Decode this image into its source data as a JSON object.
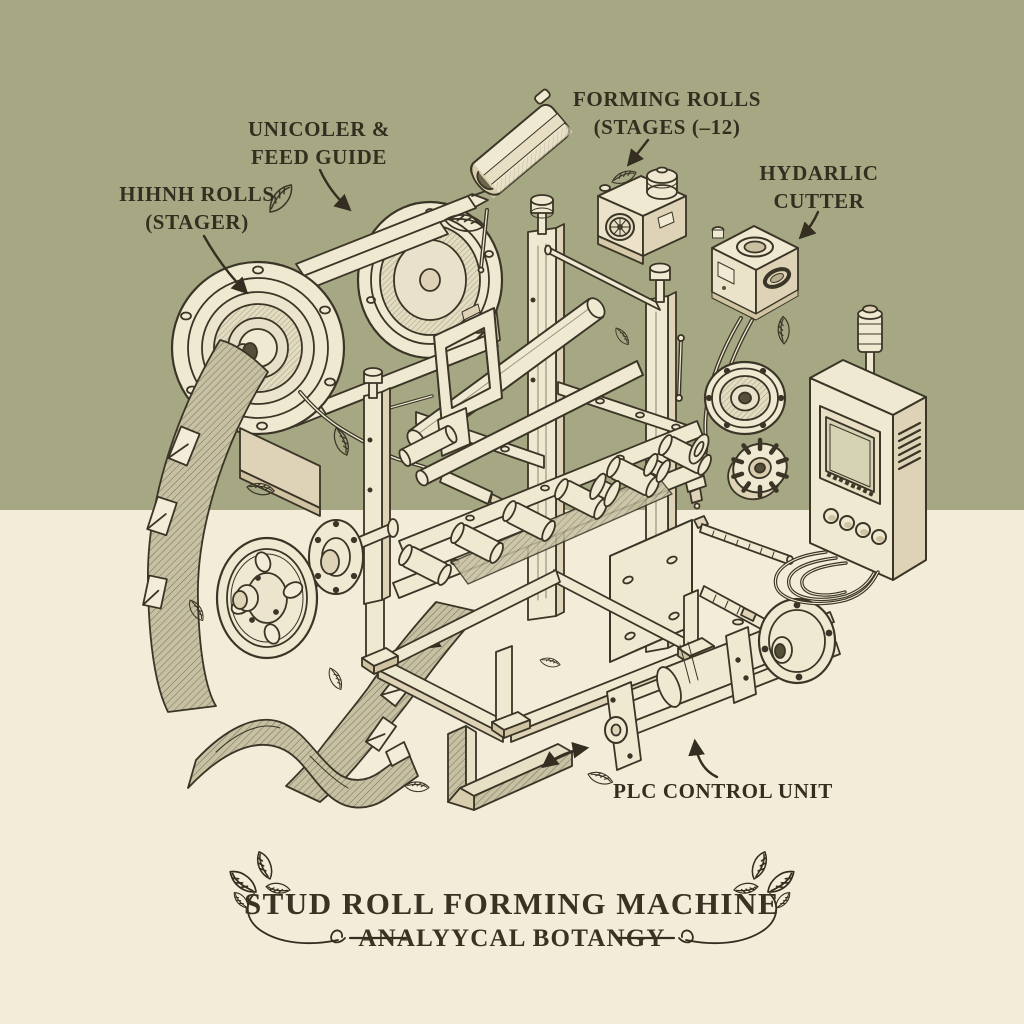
{
  "colors": {
    "background_top": "#a6a884",
    "background_bottom": "#f2ecd9",
    "ink": "#3a3526",
    "paper": "#f0e9d2"
  },
  "labels": {
    "hihnh_rolls": {
      "line1": "HIHNH ROLLS",
      "line2": "(STAGER)"
    },
    "uncoiler": {
      "line1": "UNICOLER &",
      "line2": "FEED GUIDE"
    },
    "forming_rolls": {
      "line1": "FORMING ROLLS",
      "line2": "(STAGES (–12)"
    },
    "hydraulic_cutter": {
      "line1": "HYDARLIC",
      "line2": "CUTTER"
    },
    "plc": {
      "line1": "PLC CONTROL UNIT"
    }
  },
  "footer": {
    "title": "STUD ROLL FORMING MACHINE",
    "subtitle": "ANALYYCAL BOTANGY"
  }
}
